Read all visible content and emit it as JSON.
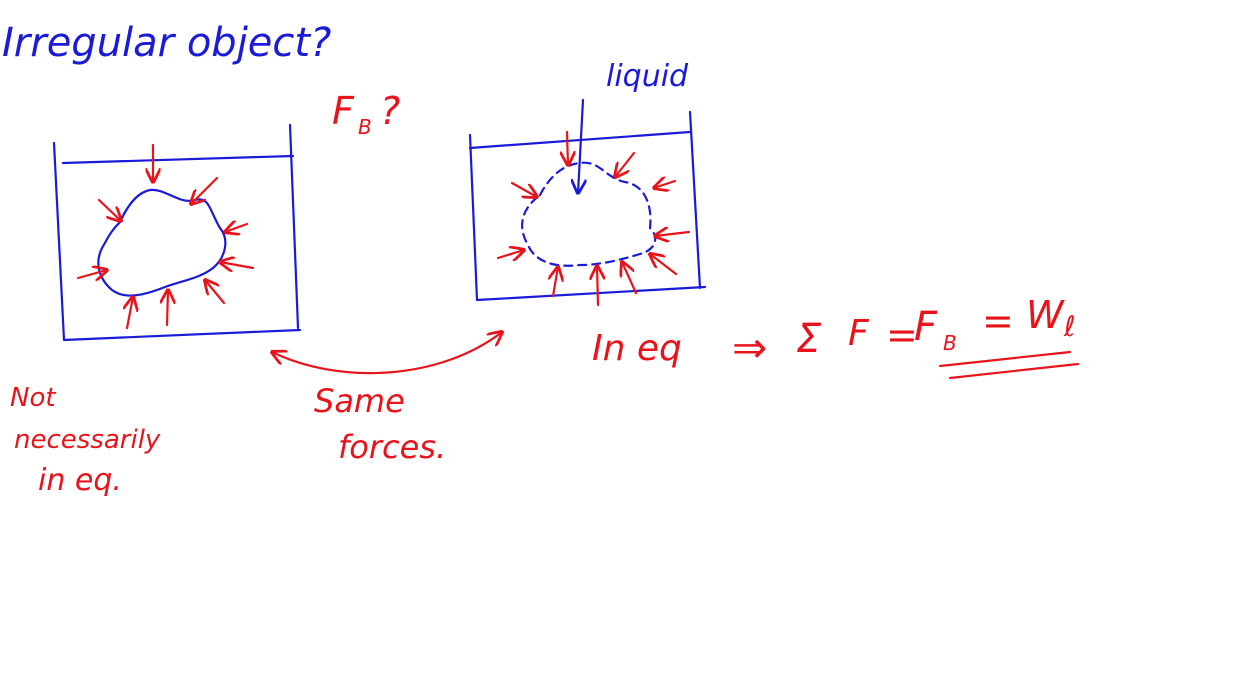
{
  "question": "Irregular object?",
  "buoyant_force_label": "F",
  "buoyant_force_sub": "B",
  "buoyant_force_mark": "?",
  "liquid_label": "liquid",
  "left_note_lines": [
    "Not",
    "necessarily",
    "in eq."
  ],
  "same_forces_lines": [
    "Same",
    "forces."
  ],
  "equation_prefix": "In eq",
  "equation_implies": "⇒",
  "equation_sum": "Σ",
  "equation_F": "F",
  "equation_eq1": "=",
  "equation_FB": "F",
  "equation_FB_sub": "B",
  "equation_eq2": "=",
  "equation_W": "W",
  "equation_W_sub": "ℓ",
  "colors": {
    "blue_ink": "#1a1ad8",
    "red_ink": "#e8141c",
    "background": "#ffffff"
  }
}
